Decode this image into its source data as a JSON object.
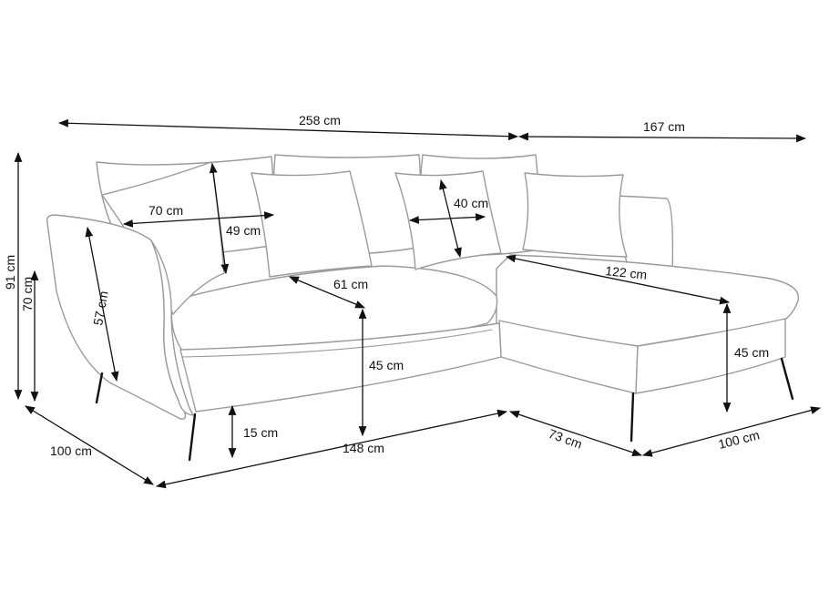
{
  "dimensions": {
    "total_width": "258 cm",
    "chaise_width": "167 cm",
    "total_height": "91 cm",
    "armrest_height": "70 cm",
    "depth": "100 cm",
    "front_length": "148 cm",
    "seat_depth": "61 cm",
    "seat_height_main": "45 cm",
    "leg_height": "15 cm",
    "armrest_side": "57 cm",
    "cushion_large_width": "70 cm",
    "cushion_large_height": "49 cm",
    "cushion_small_width": "40 cm",
    "chaise_seat_length": "122 cm",
    "seat_height_chaise": "45 cm",
    "chaise_end_width": "73 cm",
    "chaise_depth": "100 cm"
  },
  "colors": {
    "line": "#111111",
    "outline": "#9a9a9a"
  }
}
